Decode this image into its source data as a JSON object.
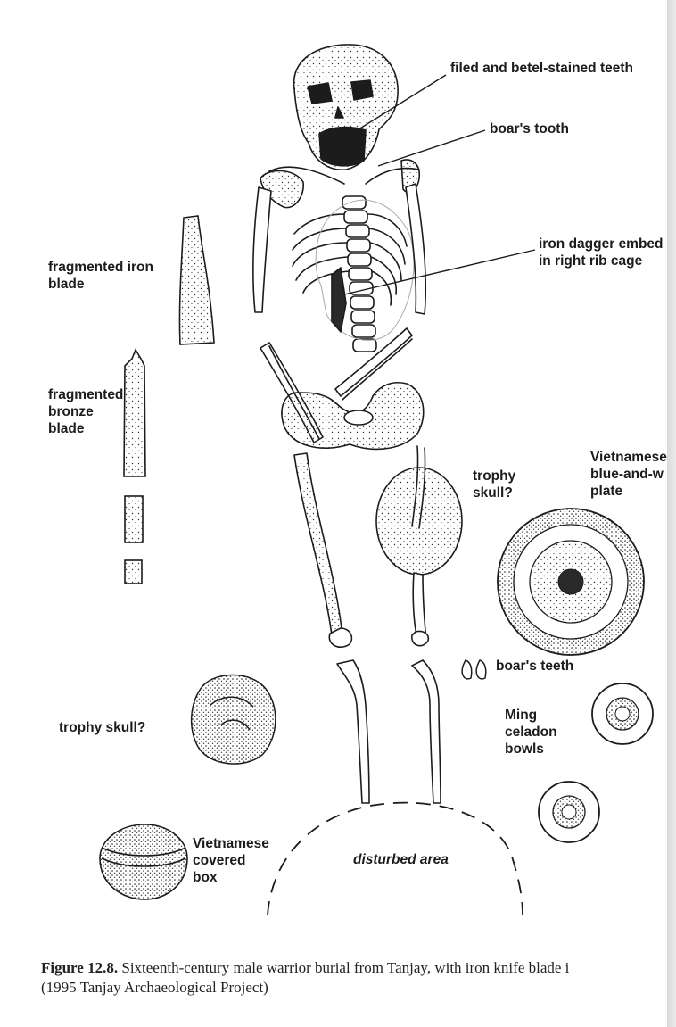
{
  "labels": {
    "filed_teeth": "filed and betel-stained teeth",
    "boars_tooth": "boar's tooth",
    "iron_dagger": [
      "iron dagger embed",
      "in right rib cage"
    ],
    "fragmented_iron_blade": [
      "fragmented iron",
      "blade"
    ],
    "fragmented_bronze_blade": [
      "fragmented",
      "bronze",
      "blade"
    ],
    "trophy_skull_right": [
      "trophy",
      "skull?"
    ],
    "vietnamese_plate": [
      "Vietnamese",
      "blue-and-w",
      "plate"
    ],
    "boars_teeth": "boar's teeth",
    "ming_celadon_bowls": [
      "Ming",
      "celadon",
      "bowls"
    ],
    "trophy_skull_left": "trophy skull?",
    "vietnamese_box": [
      "Vietnamese",
      "covered",
      "box"
    ],
    "disturbed_area": "disturbed area"
  },
  "caption": {
    "figure_label": "Figure 12.8.",
    "line1_text": " Sixteenth-century male warrior burial from Tanjay, with iron knife blade i",
    "line2": "(1995 Tanjay Archaeological Project)"
  },
  "colors": {
    "ink": "#1c1c1c",
    "paper": "#ffffff"
  }
}
